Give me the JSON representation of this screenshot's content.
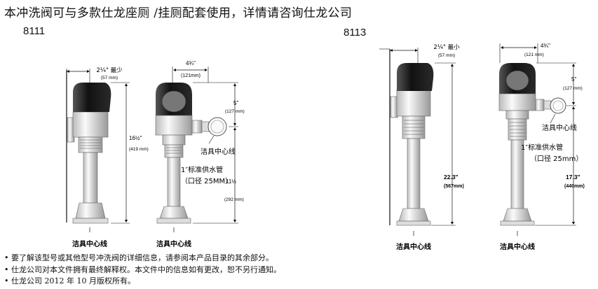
{
  "title": "本冲洗阀可与多款仕龙座厕 /挂厕配套使用，详情请咨询仕龙公司",
  "models": [
    {
      "id": "8111",
      "dimensions": {
        "rough_in_min": "2¼\" 最少",
        "rough_in_min_mm": "(57 mm)",
        "valve_height": "16½\"",
        "valve_height_mm": "(419 mm)",
        "cover_width": "4¾\"",
        "cover_width_mm": "(121mm)",
        "supply_offset": "5\"",
        "supply_offset_mm": "(127 mm)",
        "supply_height": "11½",
        "supply_height_mm": "(292 mm)"
      },
      "labels": {
        "fixture_centerline": "洁具中心线",
        "supply_pipe": "1″标准供水管",
        "supply_pipe_spec": "（口径 25MM）"
      }
    },
    {
      "id": "8113",
      "dimensions": {
        "rough_in_min": "2¼\" 最小",
        "rough_in_min_mm": "(57 mm)",
        "valve_height": "22.3\"",
        "valve_height_mm": "(567mm)",
        "cover_width": "4¾\"",
        "cover_width_mm": "(121 mm)",
        "supply_offset": "5\"",
        "supply_offset_mm": "(127 mm)",
        "supply_height": "17.3\"",
        "supply_height_mm": "(440mm)"
      },
      "labels": {
        "fixture_centerline": "洁具中心线",
        "supply_pipe": "1″标准供水管",
        "supply_pipe_spec": "（口径 25mm）"
      }
    }
  ],
  "notes": [
    "• 要了解该型号或其他型号冲洗阀的详细信息，请参阅本产品目录的其余部分。",
    "• 仕龙公司对本文件拥有最终解释权。本文件中的信息如有更改，恕不另行通知。",
    "• 仕龙公司 2012 年 10 月版权所有。"
  ]
}
